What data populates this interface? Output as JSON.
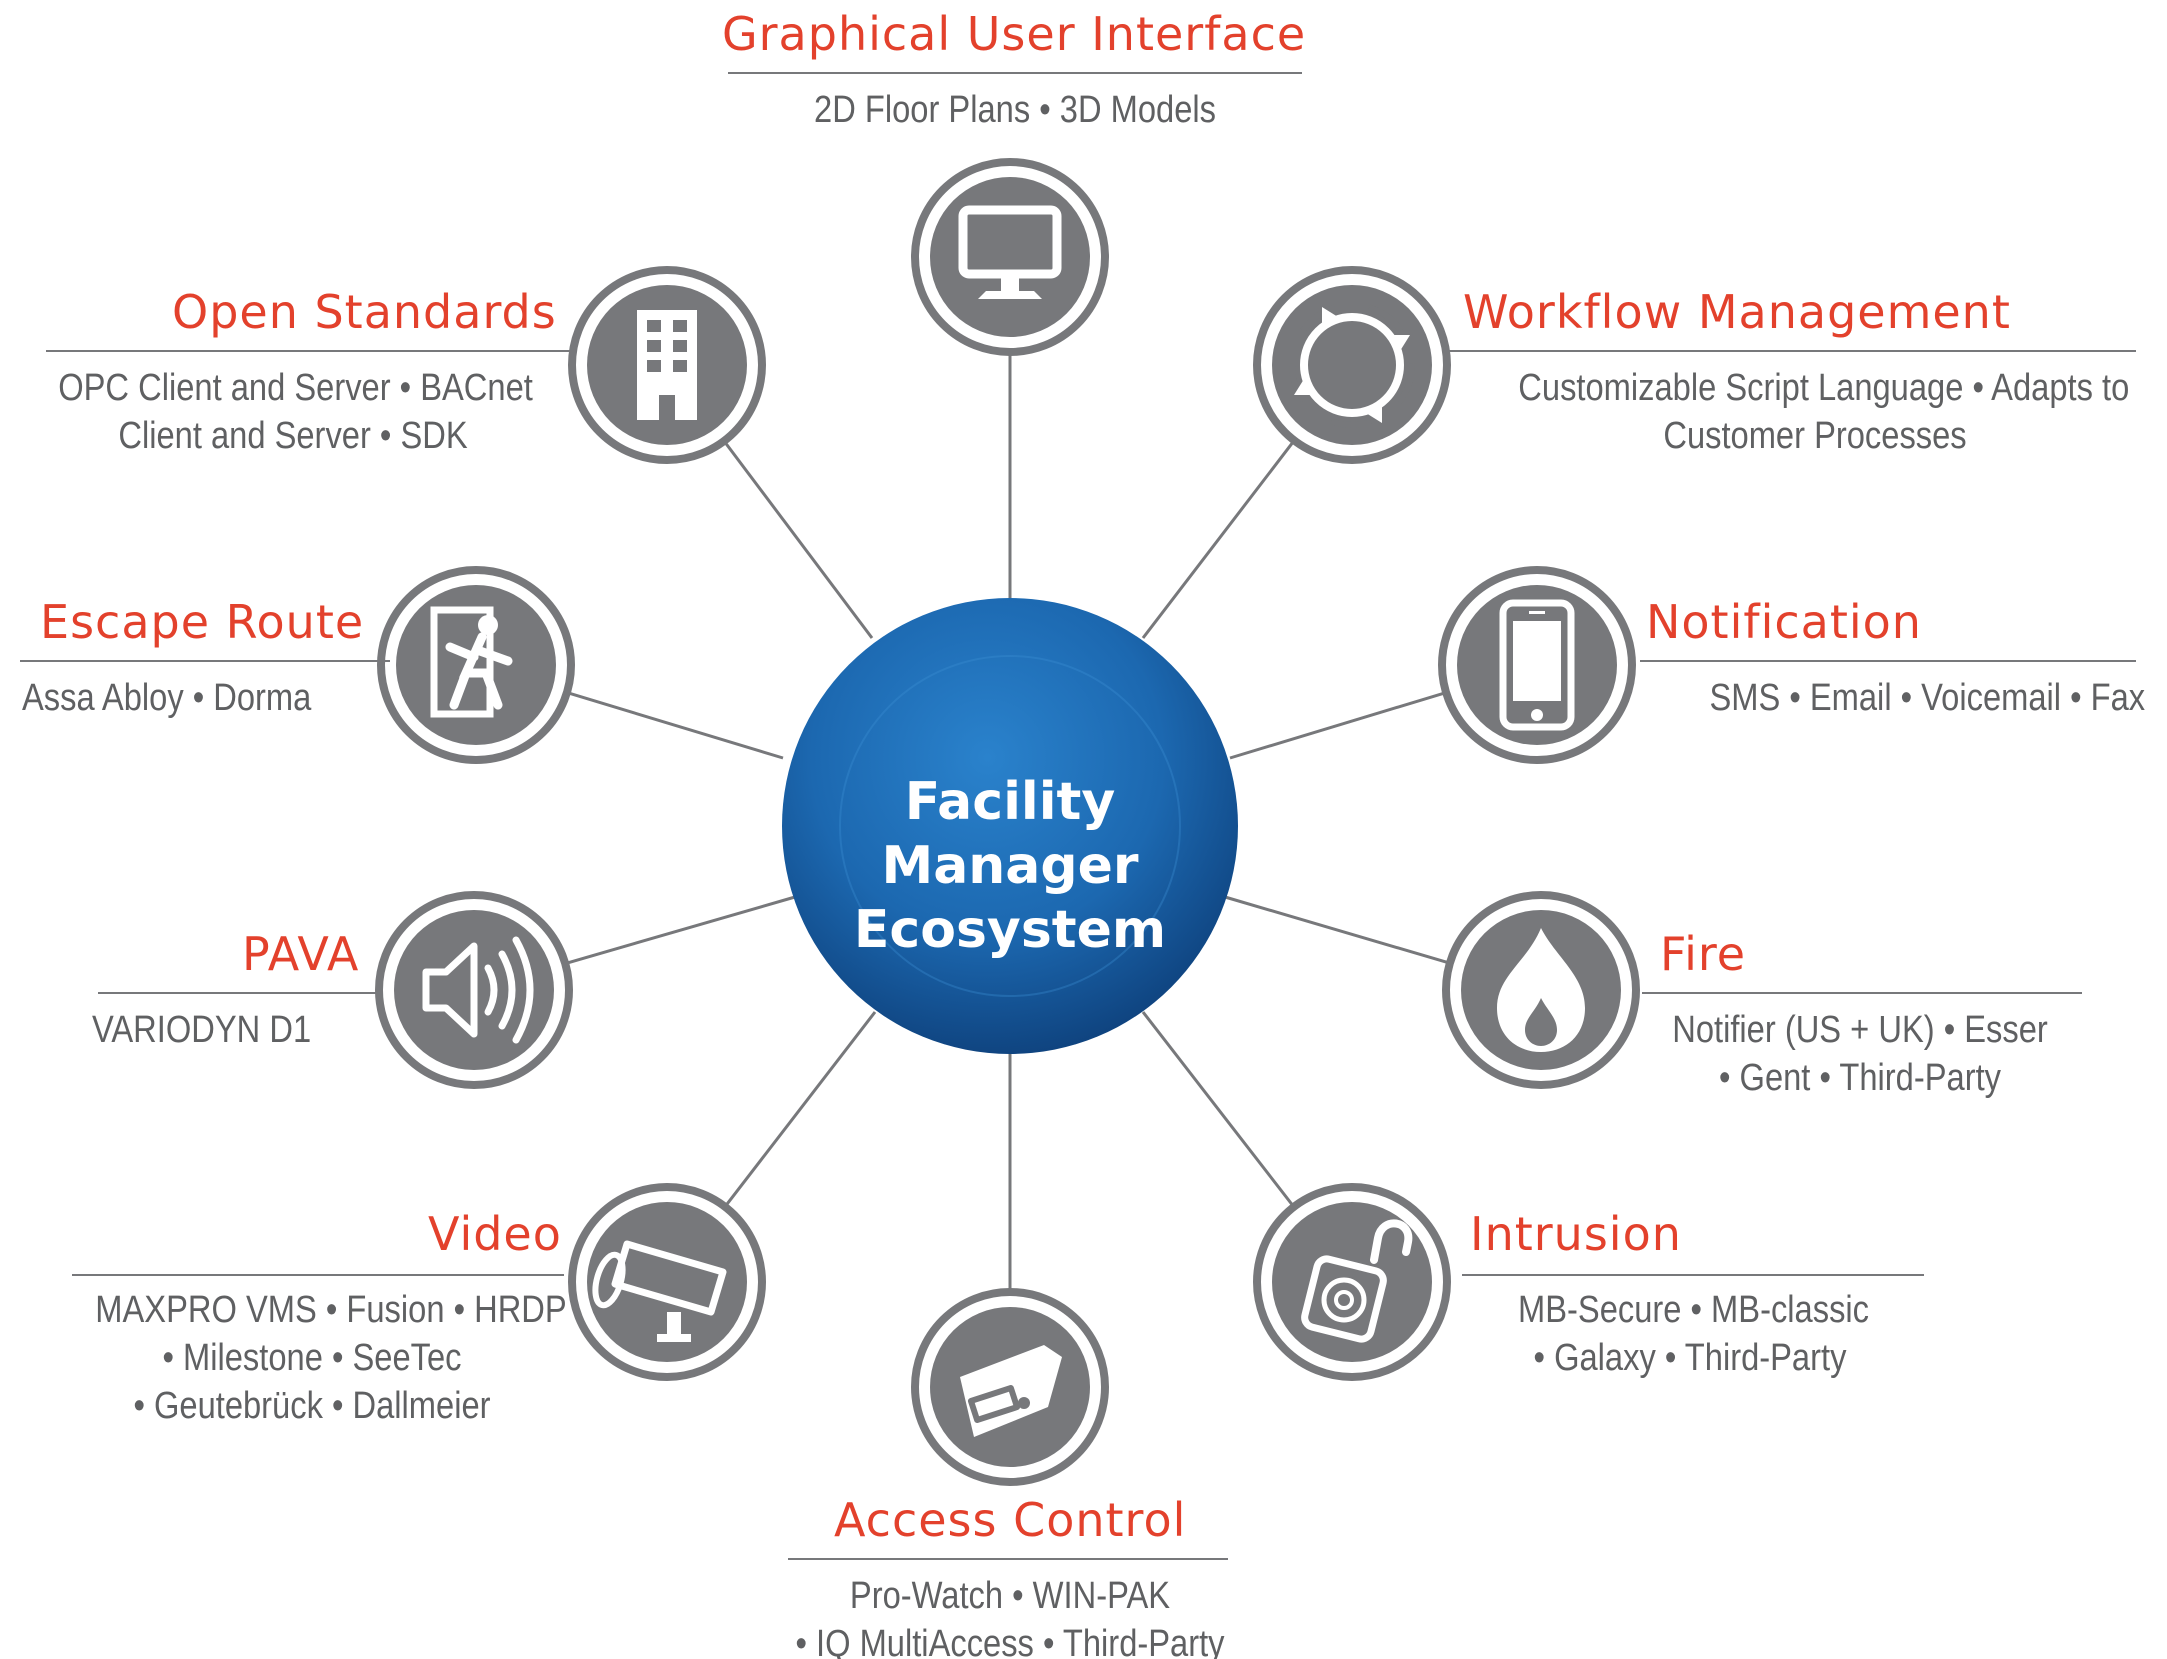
{
  "center": {
    "lines": [
      "Facility Manager",
      "Ecosystem"
    ]
  },
  "nodes": [
    {
      "key": "gui",
      "title": "Graphical User Interface",
      "description": [
        "2D Floor Plans • 3D Models"
      ],
      "icon": "monitor-icon"
    },
    {
      "key": "open-standards",
      "title": "Open Standards",
      "description": [
        "OPC Client and Server • BACnet",
        "Client and Server  • SDK"
      ],
      "icon": "building-icon"
    },
    {
      "key": "workflow",
      "title": "Workflow Management",
      "description": [
        "Customizable Script Language • Adapts to",
        "Customer Processes"
      ],
      "icon": "refresh-cycle-icon"
    },
    {
      "key": "escape-route",
      "title": "Escape Route",
      "description": [
        "Assa Abloy • Dorma"
      ],
      "icon": "emergency-exit-icon"
    },
    {
      "key": "notification",
      "title": "Notification",
      "description": [
        "SMS • Email • Voicemail • Fax"
      ],
      "icon": "smartphone-icon"
    },
    {
      "key": "pava",
      "title": "PAVA",
      "description": [
        "VARIODYN D1"
      ],
      "icon": "speaker-icon"
    },
    {
      "key": "fire",
      "title": "Fire",
      "description": [
        "Notifier (US + UK) • Esser",
        "• Gent • Third-Party"
      ],
      "icon": "flame-icon"
    },
    {
      "key": "video",
      "title": "Video",
      "description": [
        "MAXPRO VMS • Fusion • HRDP",
        "• Milestone • SeeTec",
        "• Geutebrück • Dallmeier"
      ],
      "icon": "cctv-camera-icon"
    },
    {
      "key": "intrusion",
      "title": "Intrusion",
      "description": [
        "MB-Secure • MB-classic",
        "• Galaxy • Third-Party"
      ],
      "icon": "open-padlock-icon"
    },
    {
      "key": "access-control",
      "title": "Access Control",
      "description": [
        "Pro-Watch • WIN-PAK",
        "• IQ MultiAccess • Third-Party"
      ],
      "icon": "card-swipe-icon"
    }
  ],
  "colors": {
    "title": "#e3412c",
    "text": "#5f6062",
    "icon_circle": "#77787b",
    "rule": "#77787b",
    "hub": "#1f6db5"
  }
}
